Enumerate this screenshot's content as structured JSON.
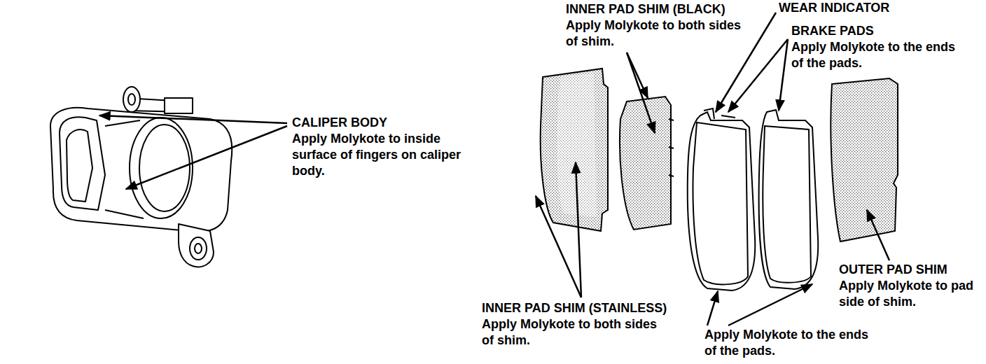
{
  "diagram": {
    "labels": [
      "INNER PAD SHIM (BLACK)",
      "Apply Molykote to both sides of shim.",
      "WEAR INDICATOR",
      "BRAKE PADS",
      "Apply Molykote to the ends of the pads.",
      "CALIPER BODY",
      "Apply Molykote to inside surface of fingers on caliper body.",
      "OUTER PAD SHIM",
      "Apply Molykote to pad side of shim.",
      "INNER PAD SHIM (STAINLESS)",
      "Apply Molykote to both sides of shim.",
      "Apply Molykote to the ends of the pads."
    ]
  }
}
